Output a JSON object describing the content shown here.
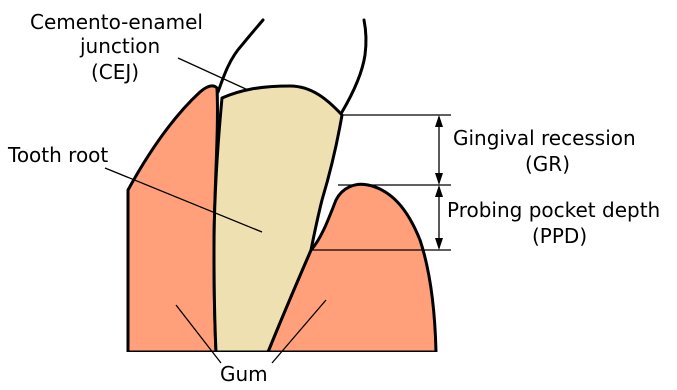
{
  "labels": {
    "cej_line1": "Cemento-enamel",
    "cej_line2": "junction",
    "cej_line3": "(CEJ)",
    "tooth_root": "Tooth root",
    "gum": "Gum",
    "gr_line1": "Gingival recession",
    "gr_line2": "(GR)",
    "ppd_line1": "Probing pocket depth",
    "ppd_line2": "(PPD)"
  },
  "colors": {
    "gum": "#FFA07A",
    "root": "#EEE0B0",
    "outline": "#000000"
  }
}
